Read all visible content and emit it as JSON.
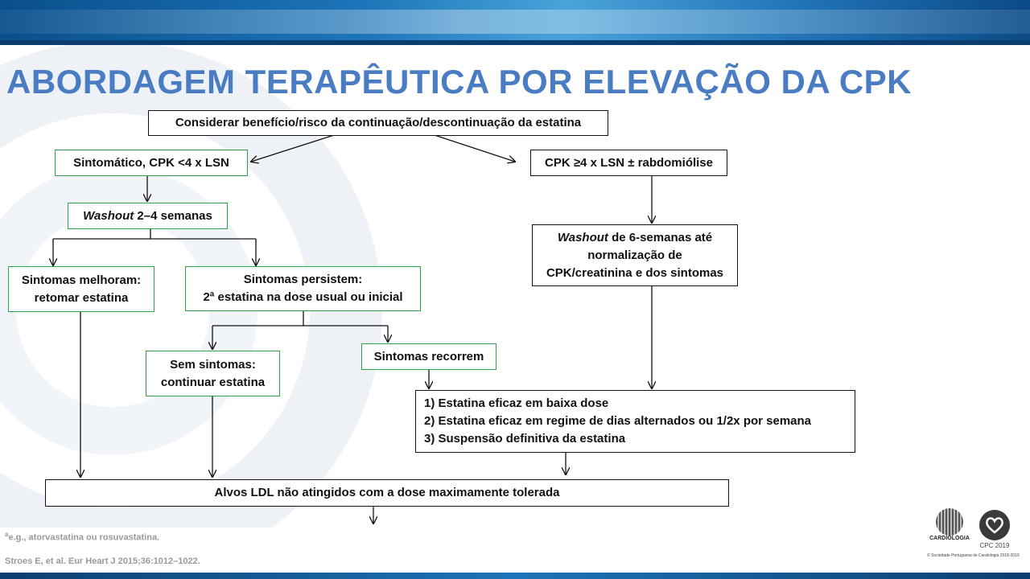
{
  "slide": {
    "title": "ABORDAGEM TERAPÊUTICA POR ELEVAÇÃO DA CPK"
  },
  "flow": {
    "top": "Considerar benefício/risco da continuação/descontinuação da estatina",
    "symptomatic": "Sintomático, CPK <4 x LSN",
    "cpk_high": "CPK ≥4 x LSN ± rabdomiólise",
    "washout_short": {
      "italic": "Washout",
      "rest": " 2–4 semanas"
    },
    "washout_long": {
      "italic": "Washout",
      "line1_rest": " de 6-semanas até",
      "line2": "normalização de",
      "line3": "CPK/creatinina e dos sintomas"
    },
    "improve": {
      "line1": "Sintomas melhoram:",
      "line2": "retomar estatina"
    },
    "persist": {
      "line1": "Sintomas persistem:",
      "line2": "2ª estatina na dose usual ou inicial"
    },
    "no_symptoms": {
      "line1": "Sem sintomas:",
      "line2": "continuar estatina"
    },
    "recur": "Sintomas recorrem",
    "options": {
      "line1": "1) Estatina eficaz em baixa dose",
      "line2": "2) Estatina eficaz em regime de dias alternados ou 1/2x por semana",
      "line3": "3) Suspensão definitiva da estatina"
    },
    "ldl": "Alvos LDL não atingidos com a dose maximamente tolerada"
  },
  "footnotes": {
    "a_sup": "a",
    "a_text": "e.g., atorvastatina ou rosuvastatina.",
    "reference": "Stroes E, et al. Eur Heart J 2015;36:1012–1022."
  },
  "logos": {
    "spc_text": "CARDIOLOGIA",
    "cpc_text": "CPC 2019",
    "copyright": "© Sociedade Portuguesa de Cardiologia 2018-2019"
  },
  "colors": {
    "title": "#4a7cc4",
    "green_border": "#2aa44a",
    "black_border": "#111111"
  }
}
